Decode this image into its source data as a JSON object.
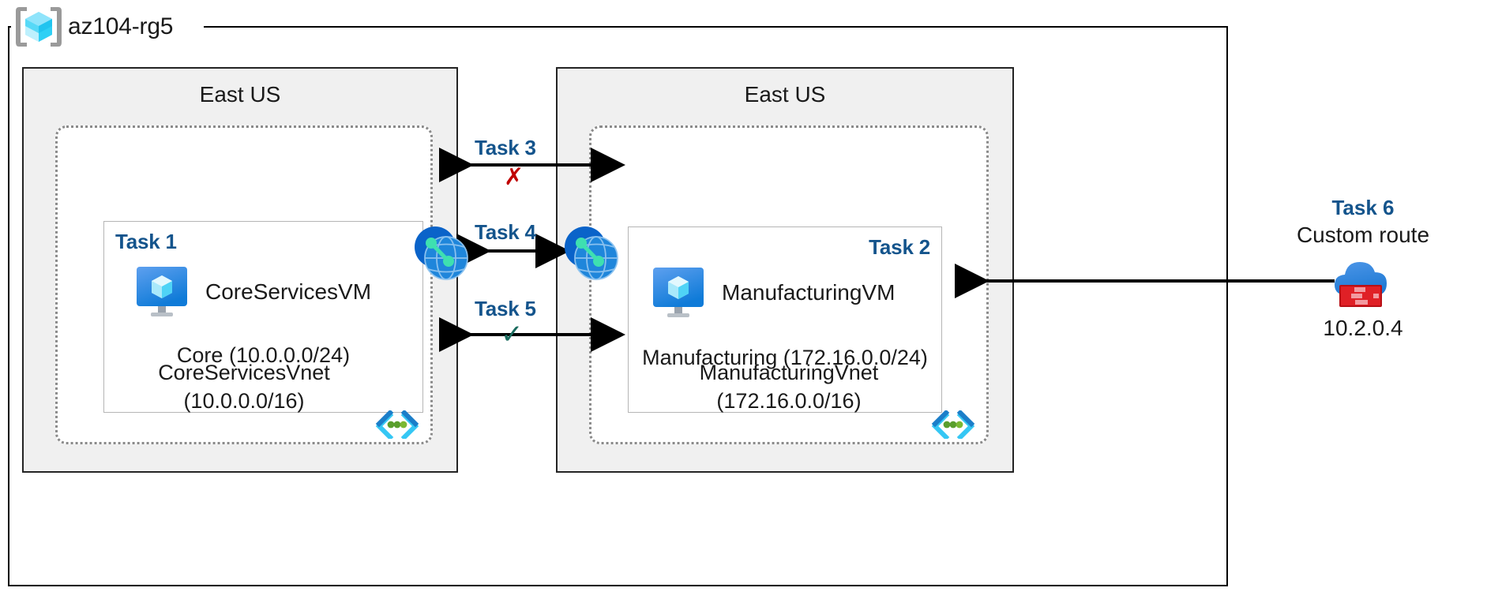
{
  "diagram": {
    "title": "az104-rg5",
    "resource_group": {
      "name": "az104-rg5",
      "icon": "resource-group-cube-icon"
    },
    "colors": {
      "task_label": "#14548c",
      "region_fill": "#f0f0f0",
      "region_border": "#242424",
      "vnet_border": "#8a8a8a",
      "subnet_border": "#b5b5b5",
      "fail_mark": "#c00000",
      "pass_mark": "#1a6b5e",
      "arrow": "#000000",
      "vm_icon": "#2f7fe0",
      "peering_icon": "#1a7fd4",
      "firewall_cloud": "#3d8fe0",
      "firewall_brick": "#d61b22"
    },
    "regions": [
      {
        "id": "left",
        "name": "East US",
        "vnet": {
          "name": "CoreServicesVnet",
          "address_space": "(10.0.0.0/16)",
          "icon": "vnet-brackets-icon"
        },
        "subnet": {
          "task": "Task 1",
          "vm_name": "CoreServicesVM",
          "vm_icon": "virtual-machine-icon",
          "name": "Core",
          "address_range": "(10.0.0.0/24)"
        }
      },
      {
        "id": "right",
        "name": "East US",
        "vnet": {
          "name": "ManufacturingVnet",
          "address_space": "(172.16.0.0/16)",
          "icon": "vnet-brackets-icon"
        },
        "subnet": {
          "task": "Task 2",
          "vm_name": "ManufacturingVM",
          "vm_icon": "virtual-machine-icon",
          "name": "Manufacturing",
          "address_range": "(172.16.0.0/24)"
        }
      }
    ],
    "connections": [
      {
        "id": "task3",
        "label": "Task 3",
        "marker": "✗",
        "marker_type": "fail",
        "direction": "bidirectional"
      },
      {
        "id": "task4",
        "label": "Task 4",
        "marker": "",
        "marker_type": "none",
        "direction": "bidirectional"
      },
      {
        "id": "task5",
        "label": "Task 5",
        "marker": "✓",
        "marker_type": "pass",
        "direction": "bidirectional"
      }
    ],
    "peering_icons": [
      {
        "id": "peering-left",
        "name": "vnet-peering-icon"
      },
      {
        "id": "peering-right",
        "name": "vnet-peering-icon"
      }
    ],
    "external": {
      "task": "Task 6",
      "description": "Custom route",
      "icon": "azure-firewall-icon",
      "ip_address": "10.2.0.4"
    }
  }
}
